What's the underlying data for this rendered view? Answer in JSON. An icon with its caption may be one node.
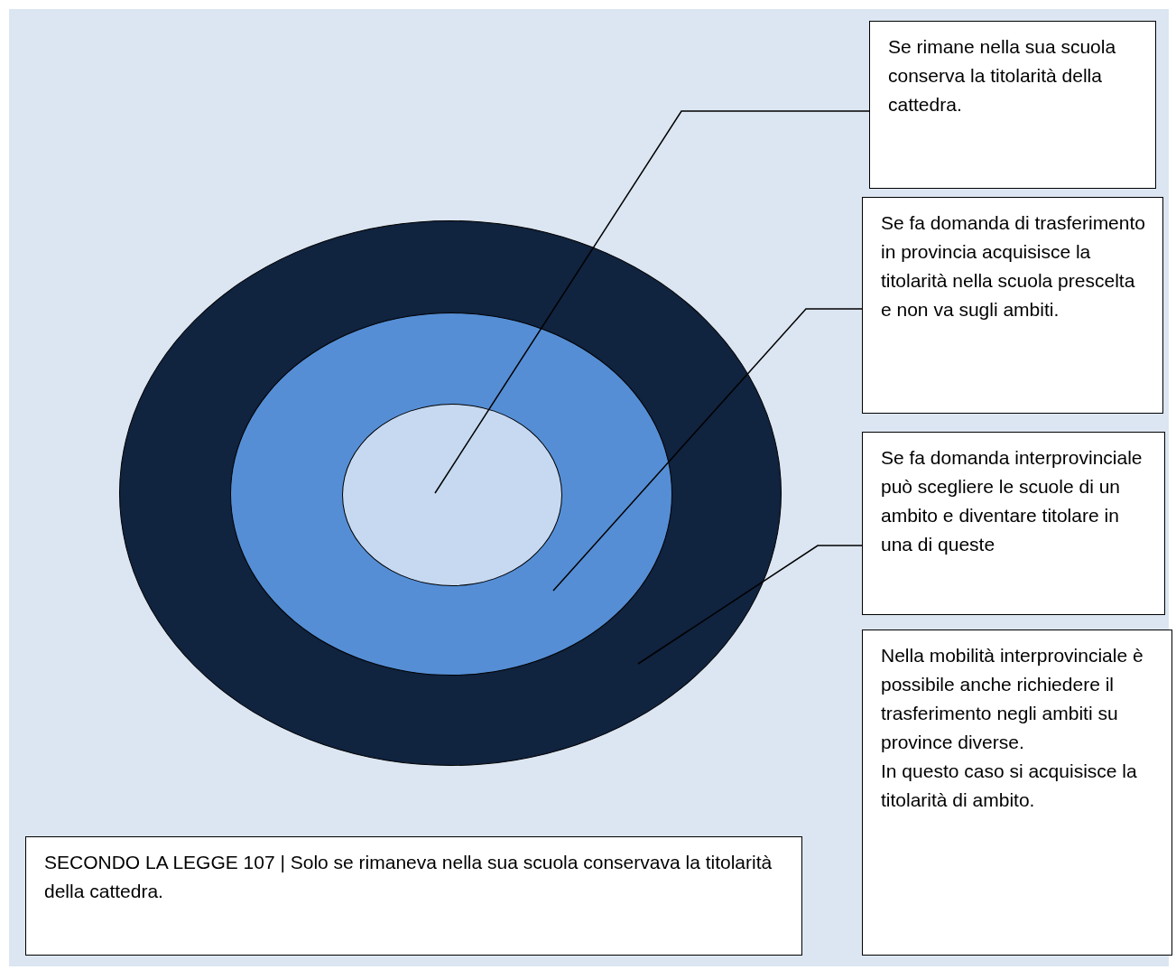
{
  "diagram": {
    "nodes": [
      {
        "text": [],
        "shape": "circle"
      },
      {
        "text": [],
        "shape": "circle",
        "in": 0
      },
      {
        "text": [],
        "shape": "circle",
        "in": 1
      },
      {
        "text": [
          "Se rimane nella sua scuola conserva la titolarità della cattedra."
        ]
      },
      {
        "text": [
          "Se fa domanda di trasferimento in provincia acquisisce la titolarità nella scuola prescelta e non va sugli ambiti."
        ]
      },
      {
        "text": [
          "Se fa domanda interprovinciale può scegliere le scuole di un ambito e diventare titolare in una di queste"
        ]
      },
      {
        "text": [
          "Nella mobilità interprovinciale è possibile anche richiedere il trasferimento negli ambiti su province diverse.",
          "In questo caso si acquisisce la titolarità di ambito."
        ]
      },
      {
        "text": [
          "SECONDO LA LEGGE 107 | Solo se rimaneva nella sua scuola conservava la titolarità della cattedra."
        ]
      }
    ],
    "edges": [
      {
        "from": 3,
        "to": 2,
        "arrow": "none"
      },
      {
        "from": 4,
        "to": 1,
        "arrow": "none"
      },
      {
        "from": 5,
        "to": 0,
        "arrow": "none"
      }
    ]
  }
}
